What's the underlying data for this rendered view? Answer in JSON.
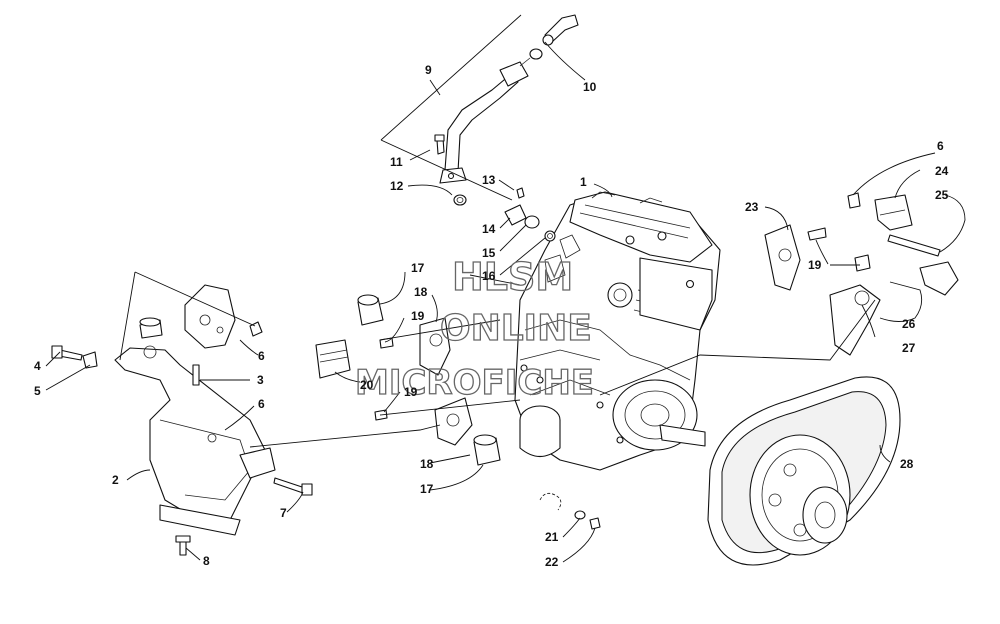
{
  "watermark": {
    "line1": "HLSM",
    "line2": "ONLINE",
    "line3": "MICROFICHE"
  },
  "callouts": [
    {
      "id": "c1",
      "text": "1"
    },
    {
      "id": "c2",
      "text": "2"
    },
    {
      "id": "c3",
      "text": "3"
    },
    {
      "id": "c4",
      "text": "4"
    },
    {
      "id": "c5",
      "text": "5"
    },
    {
      "id": "c6a",
      "text": "6"
    },
    {
      "id": "c6b",
      "text": "6"
    },
    {
      "id": "c6c",
      "text": "6"
    },
    {
      "id": "c7",
      "text": "7"
    },
    {
      "id": "c8",
      "text": "8"
    },
    {
      "id": "c9",
      "text": "9"
    },
    {
      "id": "c10",
      "text": "10"
    },
    {
      "id": "c11",
      "text": "11"
    },
    {
      "id": "c12",
      "text": "12"
    },
    {
      "id": "c13",
      "text": "13"
    },
    {
      "id": "c14",
      "text": "14"
    },
    {
      "id": "c15",
      "text": "15"
    },
    {
      "id": "c16",
      "text": "16"
    },
    {
      "id": "c17a",
      "text": "17"
    },
    {
      "id": "c17b",
      "text": "17"
    },
    {
      "id": "c18a",
      "text": "18"
    },
    {
      "id": "c18b",
      "text": "18"
    },
    {
      "id": "c19a",
      "text": "19"
    },
    {
      "id": "c19b",
      "text": "19"
    },
    {
      "id": "c19c",
      "text": "19"
    },
    {
      "id": "c20",
      "text": "20"
    },
    {
      "id": "c21",
      "text": "21"
    },
    {
      "id": "c22",
      "text": "22"
    },
    {
      "id": "c23",
      "text": "23"
    },
    {
      "id": "c24",
      "text": "24"
    },
    {
      "id": "c25",
      "text": "25"
    },
    {
      "id": "c26",
      "text": "26"
    },
    {
      "id": "c27",
      "text": "27"
    },
    {
      "id": "c28",
      "text": "28"
    }
  ]
}
